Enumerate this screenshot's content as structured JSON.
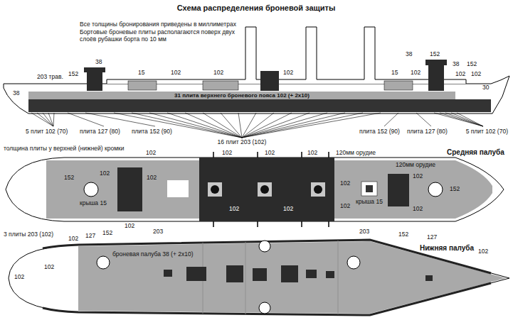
{
  "diagram": {
    "title": "Схема распределения броневой защиты",
    "nodes": [
      {
        "text": [
          "31 плита верхнего броневого пояса 102 (+ 2х10)"
        ]
      }
    ],
    "labels": [
      "Все толщины бронирования приведены в миллиметрах",
      "Бортовые броневые плиты располагаются поверх двух слоёв рубашки борта по 10 мм",
      "38",
      "203 трав.",
      "152",
      "38",
      "15",
      "102",
      "102",
      "102",
      "38",
      "152",
      "102",
      "15",
      "102",
      "38",
      "152",
      "102",
      "30",
      "5 плит 102 (70)",
      "плита 127 (80)",
      "плита 152 (90)",
      "16 плит 203 (102)",
      "плита 152 (90)",
      "плита 127 (80)",
      "5 плит 102 (70)",
      "толщина плиты у верхней (нижней) кромки",
      "102",
      "102",
      "102",
      "102",
      "120мм орудие",
      "Средняя палуба",
      "120мм орудие",
      "152",
      "102",
      "102",
      "крыша 15",
      "102",
      "102",
      "102",
      "102",
      "102",
      "крыша 15",
      "102",
      "152",
      "102",
      "3 плиты 203 (102)",
      "102",
      "127",
      "152",
      "203",
      "броневая палуба 38 (+ 2х10)",
      "203",
      "152",
      "127",
      "Нижняя палуба",
      "102",
      "102",
      "102"
    ]
  }
}
